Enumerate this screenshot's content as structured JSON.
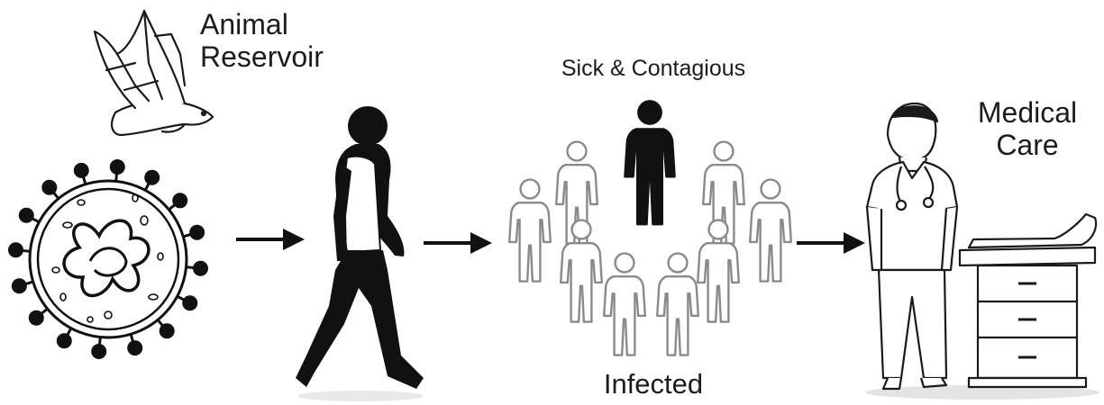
{
  "labels": {
    "animal_reservoir": [
      "Animal",
      "Reservoir"
    ],
    "sick_contagious": "Sick & Contagious",
    "infected": "Infected",
    "medical_care": [
      "Medical",
      "Care"
    ]
  },
  "colors": {
    "ink": "#111111",
    "outline_person": "#8a8a8a",
    "sick_person": "#111111"
  },
  "icons": [
    "bat-icon",
    "virus-icon",
    "walking-person-icon",
    "crowd-icon",
    "doctor-icon",
    "exam-table-icon"
  ]
}
